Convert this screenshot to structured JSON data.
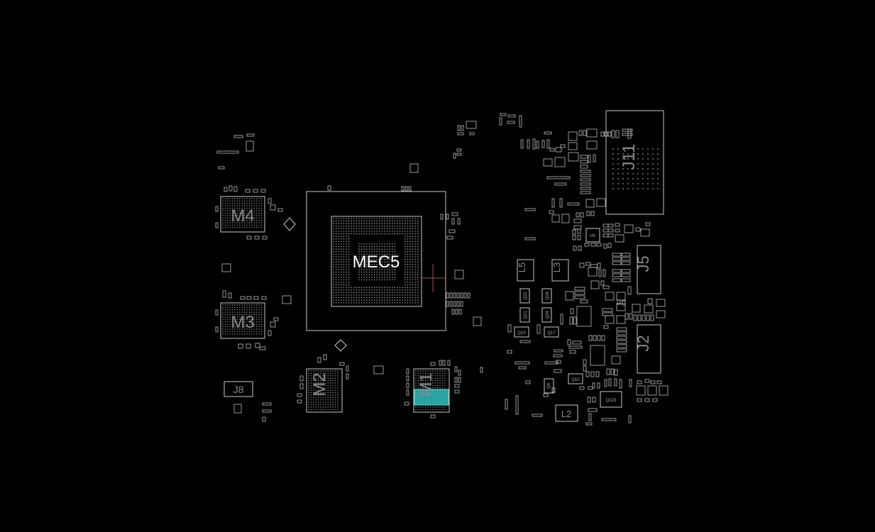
{
  "board": {
    "background": "#000000",
    "outline_color": "#c8c8c8",
    "highlight_color": "#19a5a5",
    "cursor_color": "#b04a4a"
  },
  "labels": {
    "mec": "MEC5",
    "m4": "M4",
    "m3": "M3",
    "m2": "M2",
    "m1": "M1",
    "j11": "J11",
    "j5": "J5",
    "j2": "J2",
    "j8": "J8",
    "l5": "L5",
    "l3": "L3",
    "l2": "L2",
    "u6": "U6",
    "q223": "Q223",
    "q10": "Q10",
    "q23": "Q23",
    "q17": "Q17",
    "q8": "Q8",
    "q22": "Q22",
    "q21": "Q21",
    "q24": "Q24",
    "q26": "Q26"
  }
}
